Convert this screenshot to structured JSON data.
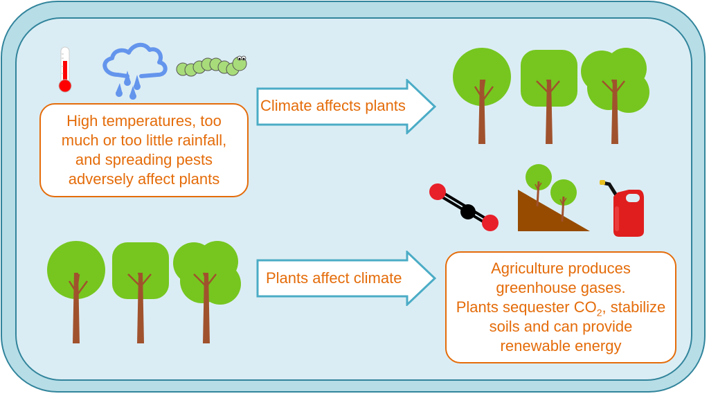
{
  "colors": {
    "outer_fill": "#b7dde7",
    "border": "#31849b",
    "inner_fill": "#dbedf4",
    "accent_text": "#e46c0a",
    "arrow_border": "#4bacc6",
    "tree_green": "#76c61f",
    "trunk_brown": "#a0522d"
  },
  "top_section": {
    "icons": [
      "thermometer-icon",
      "rain-cloud-icon",
      "caterpillar-icon"
    ],
    "stress_box": {
      "lines": [
        "High temperatures, too",
        "much or too little rainfall,",
        "and spreading pests",
        "adversely affect plants"
      ]
    },
    "arrow_label": "Climate affects plants",
    "trees": [
      "round-tree",
      "square-tree",
      "cloud-tree"
    ]
  },
  "bottom_section": {
    "trees": [
      "round-tree",
      "square-tree",
      "cloud-tree"
    ],
    "arrow_label": "Plants affect climate",
    "icons": [
      "co2-molecule-icon",
      "hillside-trees-icon",
      "fuel-can-icon"
    ],
    "impact_box": {
      "line1": "Agriculture produces",
      "line2": "greenhouse gases.",
      "line3_pre": "Plants sequester CO",
      "line3_sub": "2",
      "line3_post": ", stabilize",
      "line4": "soils and can provide",
      "line5": "renewable energy"
    }
  }
}
